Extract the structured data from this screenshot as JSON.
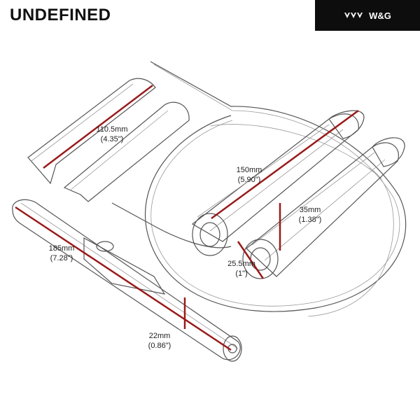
{
  "header": {
    "title": "UNDEFINED",
    "brand_text": "W&G"
  },
  "dimensions": {
    "sleeve_mm": "110.5mm",
    "sleeve_in": "(4.35\")",
    "grip_length_mm": "150mm",
    "grip_length_in": "(5.90\")",
    "grip_diameter_mm": "35mm",
    "grip_diameter_in": "(1.38\")",
    "end_diameter_mm": "25.5mm",
    "end_diameter_in": "(1\")",
    "tube_length_mm": "185mm",
    "tube_length_in": "(7.28\")",
    "tube_diameter_mm": "22mm",
    "tube_diameter_in": "(0.86\")"
  },
  "colors": {
    "dimension_line": "#9a1a1a",
    "brand_background": "#0d0d0d"
  },
  "icons": {
    "brand_logo": "wing-chevrons-icon"
  }
}
